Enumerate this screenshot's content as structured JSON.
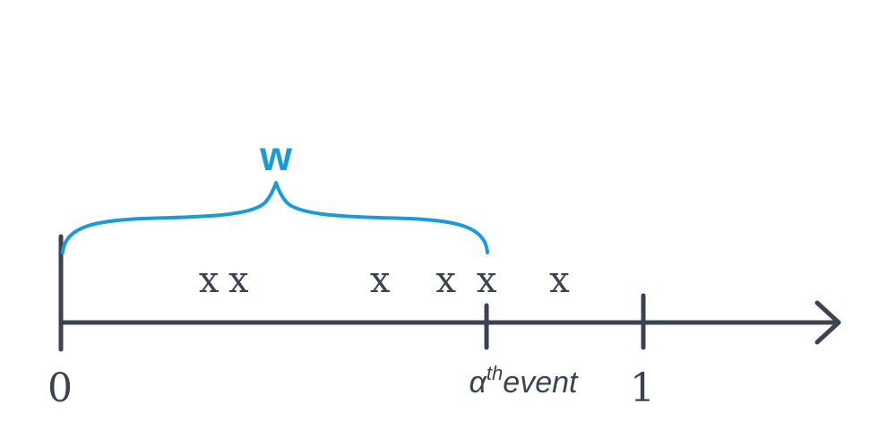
{
  "diagram": {
    "brace_label": "w",
    "origin_label": "0",
    "end_label": "1",
    "event_label_base": "α",
    "event_label_sup": "th",
    "event_label_word": "event",
    "marker_glyph": "x",
    "events": [
      0.254,
      0.305,
      0.548,
      0.661,
      0.731,
      0.856
    ],
    "highlighted_event_index": 4,
    "colors": {
      "axis": "#3c4350",
      "brace": "#1a9ad6"
    }
  }
}
